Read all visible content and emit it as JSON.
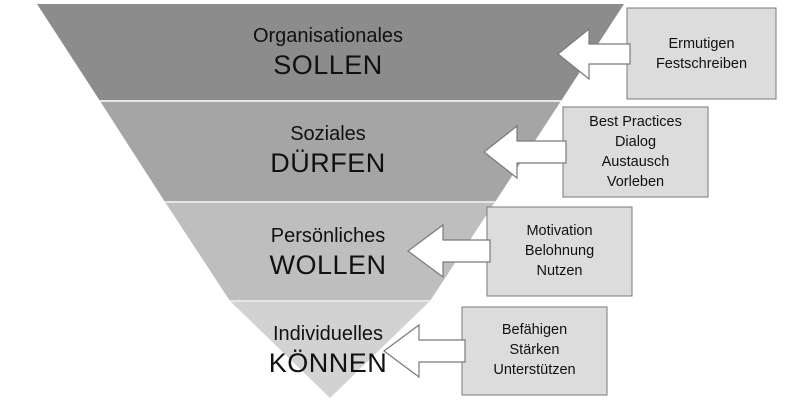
{
  "layers": [
    {
      "small": "Organisationales",
      "big": "SOLLEN"
    },
    {
      "small": "Soziales",
      "big": "DÜRFEN"
    },
    {
      "small": "Persönliches",
      "big": "WOLLEN"
    },
    {
      "small": "Individuelles",
      "big": "KÖNNEN"
    }
  ],
  "notes": [
    {
      "lines": [
        "Ermutigen",
        "Festschreiben"
      ]
    },
    {
      "lines": [
        "Best Practices",
        "Dialog",
        "Austausch",
        "Vorleben"
      ]
    },
    {
      "lines": [
        "Motivation",
        "Belohnung",
        "Nutzen"
      ]
    },
    {
      "lines": [
        "Befähigen",
        "Stärken",
        "Unterstützen"
      ]
    }
  ],
  "colors": {
    "layer_fills": [
      "#8c8c8c",
      "#a5a5a5",
      "#bebebe",
      "#d2d2d2"
    ],
    "separator": "#e6e6e6",
    "note_fill": "#dcdcdc",
    "note_stroke": "#7a7a7a",
    "arrow_fill": "#ffffff",
    "arrow_stroke": "#7a7a7a"
  }
}
